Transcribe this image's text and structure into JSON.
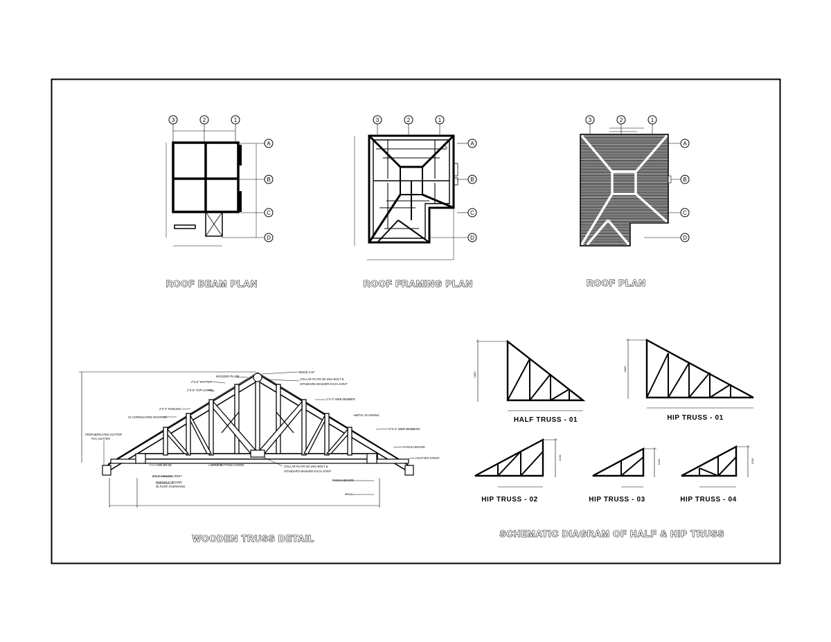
{
  "drawings": {
    "roof_beam_plan": {
      "title": "ROOF BEAM  PLAN"
    },
    "roof_framing_plan": {
      "title": "ROOF FRAMING  PLAN"
    },
    "roof_plan": {
      "title": "ROOF    PLAN"
    },
    "wooden_truss_detail": {
      "title": "WOODEN TRUSS DETAIL",
      "notes": {
        "ridge_cap": "RIDGE CAP",
        "wooden_plate": "WOODEN PLATE",
        "rafter": "2\"X 6\" RAFTER",
        "top_chord": "2\"X 6\" TOP CHORD",
        "purlins": "2\"X 3\" PURLINS",
        "roofing": "GI CORRUGATED ROOFING",
        "bolt_top_1": "COLLAR PLATE W/ 4mm BOLT &",
        "bolt_top_2": "STANDARD WASHER EACH JOINT",
        "web_member": "2\"X 4\" WEB MEMBER",
        "metal_flashing": "METAL FLASHING",
        "web_members_right": "2\"X 4\" WEB MEMBERS",
        "fascia_board_top": "FASCIA BOARD",
        "gutter": "PREFABRICATED GUTTER",
        "gutter_2": "PVC GUTTER",
        "tie_beam": "TIE BEAM",
        "bottom_chord": "2\"X 6\" BOTTOM CHORD",
        "bolt_bottom_1": "COLLAR PLATE W/ 4mm BOLT &",
        "bolt_bottom_2": "STANDARD WASHER EACH JOINT",
        "gutter_strap": "GUTTER STRAP",
        "ceiling_joist": "2\"X 2\" CEILING JOIST",
        "ceiling_board": "PHENOLIC BOARD",
        "ceiling_board_2": "@ ROOF OVERHANG",
        "fascia_board": "FASCIA BOARD",
        "wall": "WALL"
      }
    },
    "schematic": {
      "title": "SCHEMATIC DIAGRAM OF HALF & HIP TRUSS",
      "trusses": [
        {
          "label": "HALF TRUSS - 01",
          "height_label": "1800"
        },
        {
          "label": "HIP TRUSS - 01",
          "height_label": "1800"
        },
        {
          "label": "HIP TRUSS - 02",
          "height_label": "1100"
        },
        {
          "label": "HIP TRUSS - 03",
          "height_label": "1100"
        },
        {
          "label": "HIP TRUSS - 04",
          "height_label": "1100"
        }
      ]
    }
  },
  "grid": {
    "columns": [
      "3",
      "2",
      "1"
    ],
    "rows": [
      "A",
      "B",
      "C",
      "D"
    ]
  }
}
